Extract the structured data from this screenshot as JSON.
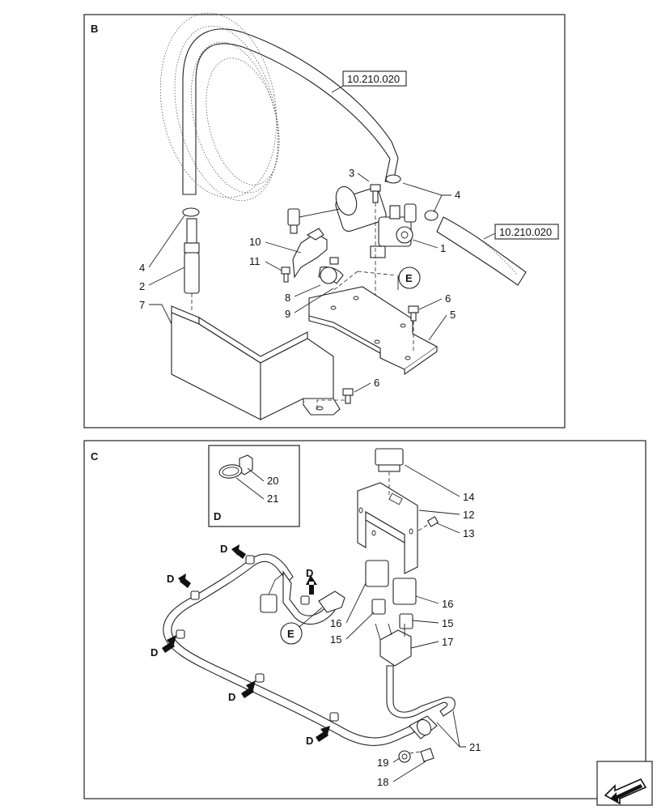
{
  "panel_b": {
    "title": "B",
    "ref_top": "10.210.020",
    "ref_right": "10.210.020",
    "detail_e": "E",
    "callouts": {
      "c1": "1",
      "c2": "2",
      "c3": "3",
      "c4a": "4",
      "c4b": "4",
      "c5": "5",
      "c6a": "6",
      "c6b": "6",
      "c7": "7",
      "c8": "8",
      "c9": "9",
      "c10": "10",
      "c11": "11"
    }
  },
  "panel_c": {
    "title": "C",
    "detail_d_title": "D",
    "detail_e": "E",
    "arrow_labels": {
      "a1": "D",
      "a2": "D",
      "a3": "D",
      "a4": "D",
      "a5": "D",
      "a6": "D"
    },
    "callouts": {
      "c12": "12",
      "c13": "13",
      "c14": "14",
      "c15a": "15",
      "c15b": "15",
      "c16a": "16",
      "c16b": "16",
      "c17": "17",
      "c18": "18",
      "c19": "19",
      "c20": "20",
      "c21a": "21",
      "c21b": "21"
    }
  }
}
